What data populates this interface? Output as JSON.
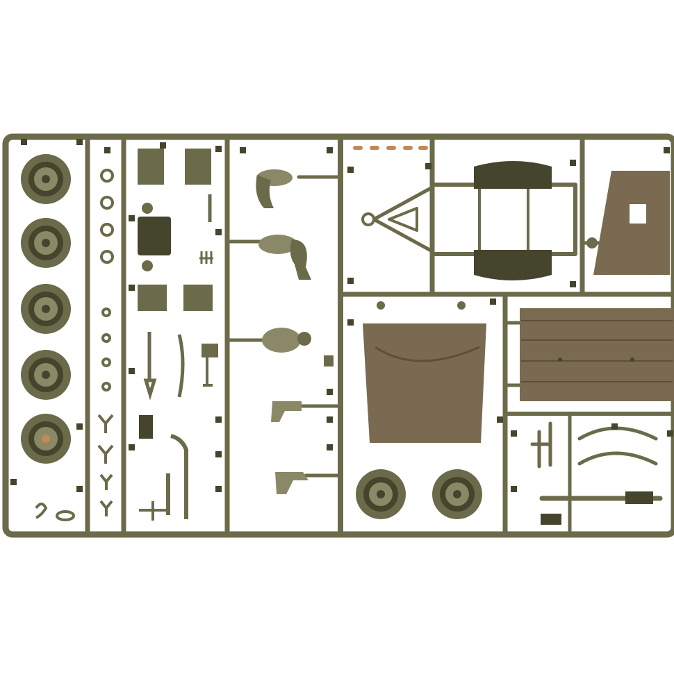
{
  "photo": {
    "subject": "model-kit-sprue",
    "background": "#ffffff"
  },
  "colors": {
    "plastic": "#6b6a4a",
    "plastic_light": "#8a8866",
    "plastic_dark": "#45442c",
    "canvas": "#7a6a52",
    "canvas_dark": "#5c4f3c",
    "gate_orange": "#c08a55"
  },
  "parts": {
    "spare_wheels": 5,
    "trailer_wheels": 2,
    "figures": 5,
    "rings": 4,
    "small_rings": 4
  }
}
